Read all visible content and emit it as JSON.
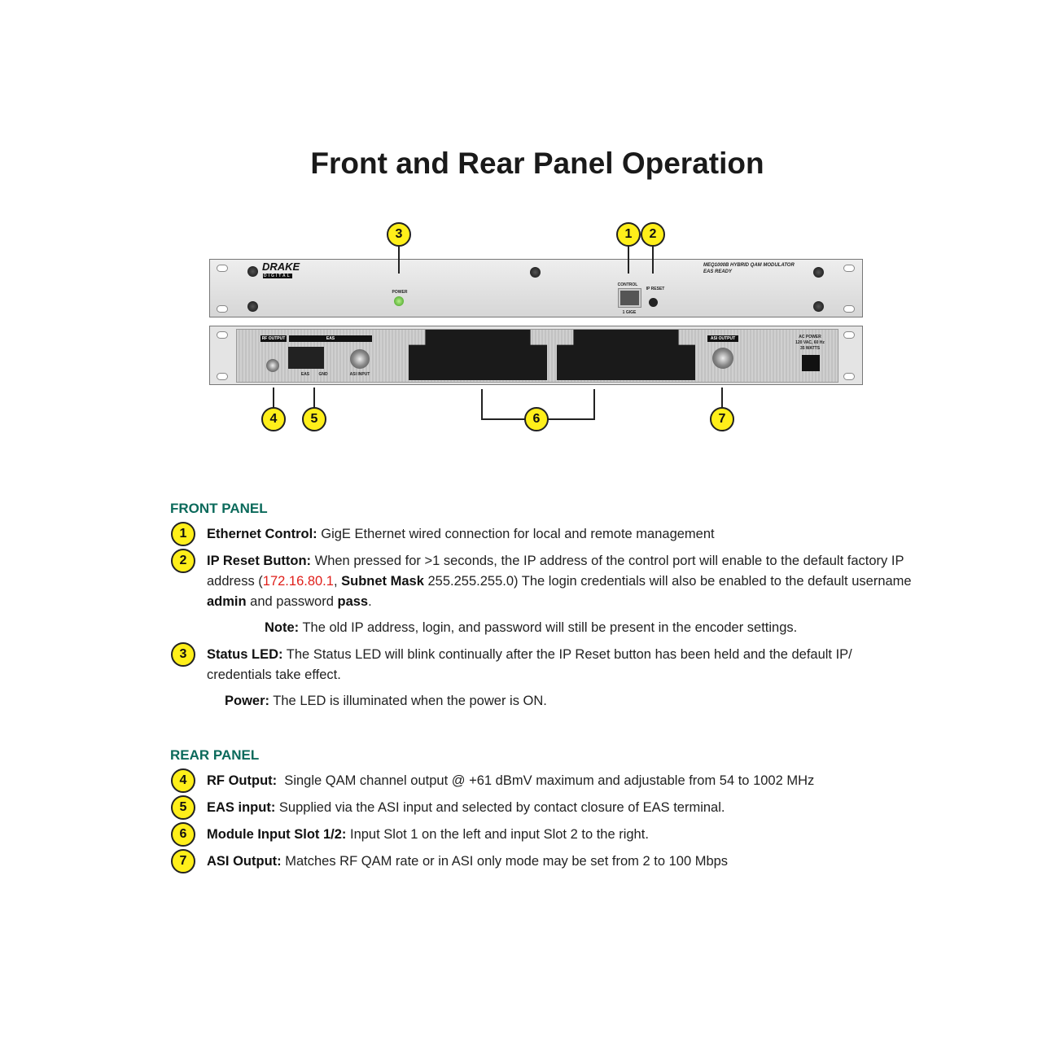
{
  "title": "Front and Rear Panel Operation",
  "front_panel_labels": {
    "brand": "DRAKE",
    "brand_sub": "DIGITAL",
    "power": "POWER",
    "control": "CONTROL",
    "gige": "1 GIGE",
    "ip_reset": "IP RESET",
    "model": "MEQ1000B HYBRID QAM MODULATOR",
    "eas_ready": "EAS READY"
  },
  "rear_panel_labels": {
    "rf_output": "RF OUTPUT",
    "eas": "EAS",
    "eas_term": "EAS",
    "gnd": "GND",
    "asi_input": "ASI INPUT",
    "asi_output": "ASI OUTPUT",
    "ac_power": "AC POWER",
    "ac_spec": "120 VAC, 60 Hz",
    "watts": "35 WATTS"
  },
  "callouts": [
    "1",
    "2",
    "3",
    "4",
    "5",
    "6",
    "7"
  ],
  "front_heading": "FRONT PANEL",
  "rear_heading": "REAR PANEL",
  "items": {
    "1": {
      "num": "1",
      "label": "Ethernet Control:",
      "text": " GigE Ethernet wired connection for local and remote management"
    },
    "2": {
      "num": "2",
      "label": "IP Reset Button:",
      "text1": " When pressed for >1 seconds, the IP address of the control port will enable to the default factory IP address (",
      "ip": "172.16.80.1",
      "sep": ", ",
      "subnet_label": "Subnet Mask",
      "text2": " 255.255.255.0) The login credentials will also be enabled to the default username ",
      "user": "admin",
      "text3": " and password ",
      "pass": "pass",
      "end": "."
    },
    "note": {
      "label": "Note:",
      "text": " The old IP address, login, and password will still be present in the encoder settings."
    },
    "3": {
      "num": "3",
      "label": "Status LED:",
      "text": " The Status LED will blink continually after the IP Reset button has been held and the default IP/ credentials take effect."
    },
    "power": {
      "label": "Power:",
      "text": " The LED is illuminated when the power is ON."
    },
    "4": {
      "num": "4",
      "label": "RF Output:",
      "text": "  Single QAM channel output @ +61 dBmV maximum and adjustable from 54 to 1002 MHz"
    },
    "5": {
      "num": "5",
      "label": "EAS input:",
      "text": " Supplied via the ASI input and selected by contact closure of EAS terminal."
    },
    "6": {
      "num": "6",
      "label": "Module Input Slot 1/2:",
      "text": " Input Slot 1 on the left and input Slot 2 to the right."
    },
    "7": {
      "num": "7",
      "label": "ASI Output:",
      "text": " Matches RF QAM rate or in ASI only mode may be set from 2 to 100 Mbps"
    }
  }
}
